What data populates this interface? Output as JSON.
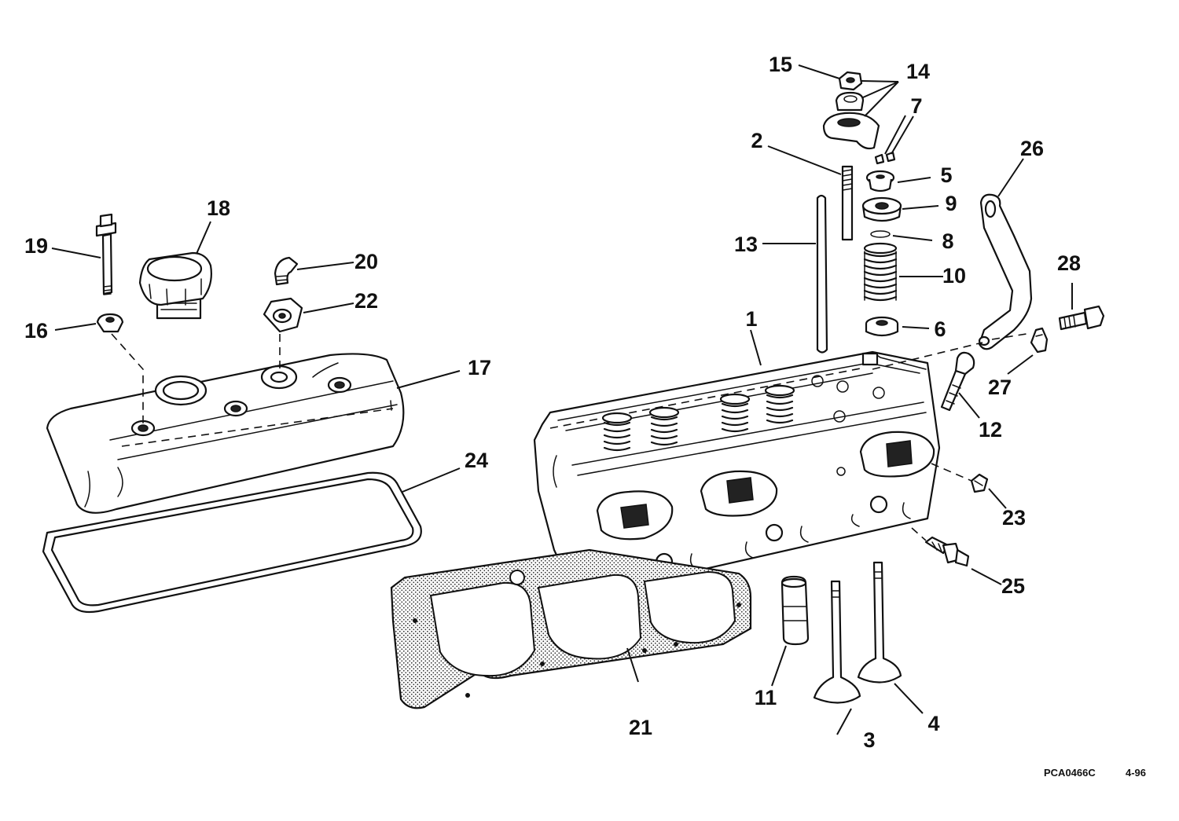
{
  "callouts": [
    {
      "id": "1",
      "label": "1"
    },
    {
      "id": "2",
      "label": "2"
    },
    {
      "id": "3",
      "label": "3"
    },
    {
      "id": "4",
      "label": "4"
    },
    {
      "id": "5",
      "label": "5"
    },
    {
      "id": "6",
      "label": "6"
    },
    {
      "id": "7",
      "label": "7"
    },
    {
      "id": "8",
      "label": "8"
    },
    {
      "id": "9",
      "label": "9"
    },
    {
      "id": "10",
      "label": "10"
    },
    {
      "id": "11",
      "label": "11"
    },
    {
      "id": "12",
      "label": "12"
    },
    {
      "id": "13",
      "label": "13"
    },
    {
      "id": "14",
      "label": "14"
    },
    {
      "id": "15",
      "label": "15"
    },
    {
      "id": "16",
      "label": "16"
    },
    {
      "id": "17",
      "label": "17"
    },
    {
      "id": "18",
      "label": "18"
    },
    {
      "id": "19",
      "label": "19"
    },
    {
      "id": "20",
      "label": "20"
    },
    {
      "id": "21",
      "label": "21"
    },
    {
      "id": "22",
      "label": "22"
    },
    {
      "id": "23",
      "label": "23"
    },
    {
      "id": "24",
      "label": "24"
    },
    {
      "id": "25",
      "label": "25"
    },
    {
      "id": "26",
      "label": "26"
    },
    {
      "id": "27",
      "label": "27"
    },
    {
      "id": "28",
      "label": "28"
    }
  ],
  "footer": {
    "drawing_code": "PCA0466C",
    "revision": "4-96"
  }
}
